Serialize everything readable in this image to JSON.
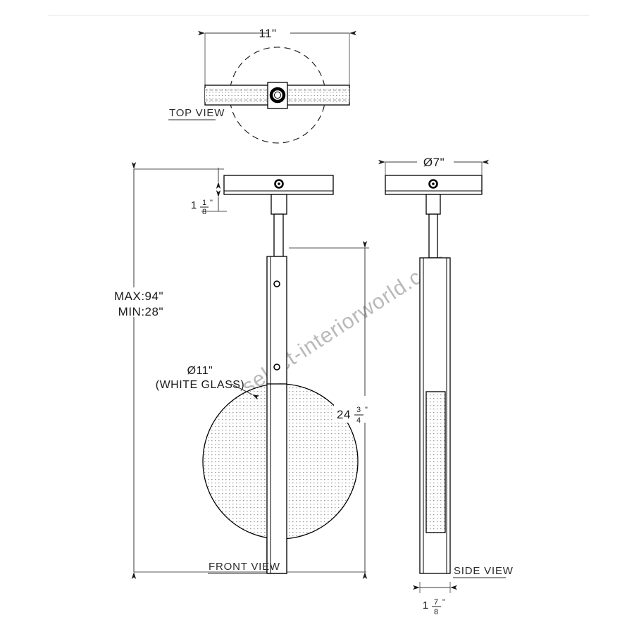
{
  "sheet": {
    "title": "Pendant Light Technical Drawing",
    "background_color": "#ffffff",
    "line_color": "#000000",
    "watermark": "select-interiorworld.com"
  },
  "views": [
    {
      "id": "top",
      "label": "TOP VIEW"
    },
    {
      "id": "front",
      "label": "FRONT VIEW"
    },
    {
      "id": "side",
      "label": "SIDE VIEW"
    }
  ],
  "dimensions": {
    "top_width": "11\"",
    "canopy_thickness_whole": "1",
    "canopy_thickness_num": "1",
    "canopy_thickness_den": "8",
    "canopy_thickness_unit": "\"",
    "drop_max": "MAX:94\"",
    "drop_min": "MIN:28\"",
    "body_height_whole": "24",
    "body_height_num": "3",
    "body_height_den": "4",
    "body_height_unit": "\"",
    "canopy_diameter": "Ø7\"",
    "side_width_whole": "1",
    "side_width_num": "7",
    "side_width_den": "8",
    "side_width_unit": "\""
  },
  "notes": {
    "glass_diameter": "Ø11\"",
    "glass_material": "(WHITE GLASS)"
  },
  "colors": {
    "line": "#000000",
    "dimension": "#3a3a3a",
    "watermark": "#b9b9b9",
    "glass_hatch": "#9a9a9a"
  }
}
